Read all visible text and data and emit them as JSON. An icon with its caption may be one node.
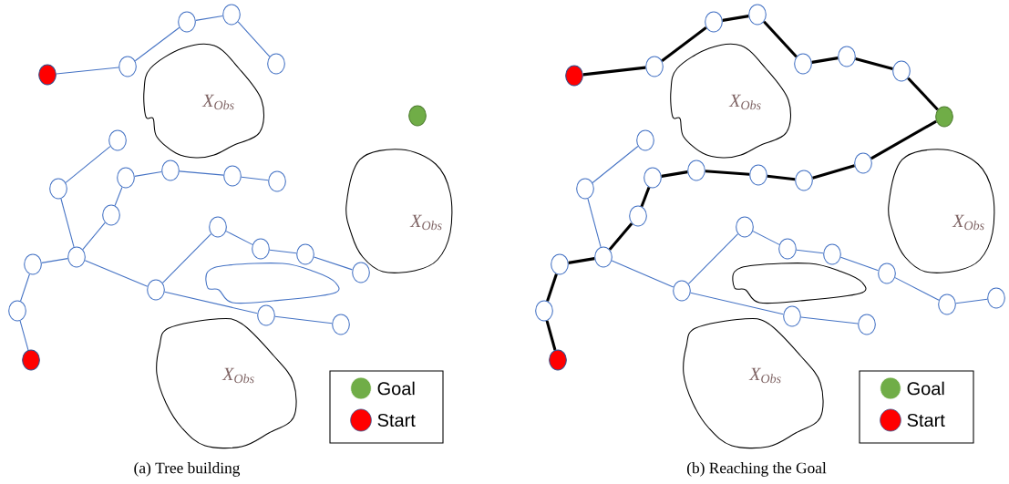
{
  "diagram": {
    "nodes": [
      {
        "text": [
          "X$_{Obs}$"
        ]
      },
      {
        "text": [
          "X$_{Obs}$"
        ]
      },
      {
        "text": [
          "X$_{Obs}$"
        ]
      },
      {
        "text": [],
        "shape": "cloud"
      },
      {
        "text": [],
        "shape": "circle"
      },
      {
        "text": [],
        "shape": "circle"
      },
      {
        "text": [],
        "shape": "circle"
      },
      {
        "text": [],
        "shape": "circle"
      },
      {
        "text": [],
        "shape": "circle"
      },
      {
        "text": [],
        "shape": "circle"
      },
      {
        "text": [],
        "shape": "circle"
      },
      {
        "text": [],
        "shape": "circle"
      },
      {
        "text": [],
        "shape": "circle"
      },
      {
        "text": [],
        "shape": "circle"
      },
      {
        "text": [],
        "shape": "circle"
      },
      {
        "text": [],
        "shape": "circle"
      },
      {
        "text": [],
        "shape": "circle"
      },
      {
        "text": [],
        "shape": "circle"
      },
      {
        "text": [],
        "shape": "circle"
      },
      {
        "text": [],
        "shape": "circle"
      },
      {
        "text": [],
        "shape": "circle"
      },
      {
        "text": [],
        "shape": "circle"
      },
      {
        "text": [],
        "shape": "circle"
      },
      {
        "text": [],
        "shape": "circle"
      },
      {
        "text": [],
        "shape": "circle"
      },
      {
        "text": [],
        "shape": "circle"
      },
      {
        "text": [],
        "shape": "circle"
      },
      {
        "text": [],
        "shape": "circle"
      },
      {
        "text": [
          "X$_{Obs}$"
        ]
      },
      {
        "text": [
          "X$_{Obs}$"
        ]
      },
      {
        "text": [
          "X$_{Obs}$"
        ]
      },
      {
        "text": [],
        "shape": "cloud"
      },
      {
        "text": [],
        "shape": "circle"
      },
      {
        "text": [],
        "shape": "circle"
      },
      {
        "text": [],
        "shape": "circle"
      },
      {
        "text": [],
        "shape": "circle"
      },
      {
        "text": [],
        "shape": "circle"
      },
      {
        "text": [],
        "shape": "circle"
      },
      {
        "text": [],
        "shape": "circle"
      },
      {
        "text": [],
        "shape": "circle"
      },
      {
        "text": [],
        "shape": "circle"
      },
      {
        "text": [],
        "shape": "circle"
      },
      {
        "text": [],
        "shape": "circle"
      },
      {
        "text": [],
        "shape": "circle"
      },
      {
        "text": [],
        "shape": "circle"
      },
      {
        "text": [],
        "shape": "circle"
      },
      {
        "text": [],
        "shape": "circle"
      },
      {
        "text": [],
        "shape": "circle"
      },
      {
        "text": [],
        "shape": "circle"
      },
      {
        "text": [],
        "shape": "circle"
      },
      {
        "text": [],
        "shape": "circle"
      },
      {
        "text": [],
        "shape": "circle"
      },
      {
        "text": [],
        "shape": "circle"
      },
      {
        "text": [],
        "shape": "circle"
      },
      {
        "text": [],
        "shape": "circle"
      },
      {
        "text": [],
        "shape": "circle"
      },
      {
        "text": [],
        "shape": "circle"
      },
      {
        "text": [],
        "shape": "circle"
      },
      {
        "text": [],
        "shape": "circle"
      },
      {
        "text": [],
        "shape": "circle"
      },
      {
        "text": [],
        "shape": "circle"
      }
    ],
    "edges": [
      {
        "from": 4,
        "to": 5,
        "arrow": "none"
      },
      {
        "from": 5,
        "to": 6,
        "arrow": "none"
      },
      {
        "from": 6,
        "to": 7,
        "arrow": "none"
      },
      {
        "from": 7,
        "to": 8,
        "arrow": "none"
      },
      {
        "from": 10,
        "to": 11,
        "arrow": "none"
      },
      {
        "from": 11,
        "to": 17,
        "arrow": "none"
      },
      {
        "from": 12,
        "to": 13,
        "arrow": "none"
      },
      {
        "from": 13,
        "to": 14,
        "arrow": "none"
      },
      {
        "from": 14,
        "to": 15,
        "arrow": "none"
      },
      {
        "from": 12,
        "to": 16,
        "arrow": "none"
      },
      {
        "from": 16,
        "to": 17,
        "arrow": "none"
      },
      {
        "from": 17,
        "to": 18,
        "arrow": "none"
      },
      {
        "from": 18,
        "to": 19,
        "arrow": "none"
      },
      {
        "from": 19,
        "to": 20,
        "arrow": "none"
      },
      {
        "from": 17,
        "to": 21,
        "arrow": "none"
      },
      {
        "from": 21,
        "to": 22,
        "arrow": "none"
      },
      {
        "from": 22,
        "to": 23,
        "arrow": "none"
      },
      {
        "from": 23,
        "to": 24,
        "arrow": "none"
      },
      {
        "from": 24,
        "to": 25,
        "arrow": "none"
      },
      {
        "from": 21,
        "to": 26,
        "arrow": "none"
      },
      {
        "from": 26,
        "to": 27,
        "arrow": "none"
      },
      {
        "from": 32,
        "to": 33,
        "arrow": "none",
        "style": "thick",
        "color": "#000000"
      },
      {
        "from": 33,
        "to": 34,
        "arrow": "none",
        "style": "thick",
        "color": "#000000"
      },
      {
        "from": 34,
        "to": 35,
        "arrow": "none",
        "style": "thick",
        "color": "#000000"
      },
      {
        "from": 35,
        "to": 36,
        "arrow": "none",
        "style": "thick",
        "color": "#000000"
      },
      {
        "from": 36,
        "to": 37,
        "arrow": "none",
        "style": "thick",
        "color": "#000000"
      },
      {
        "from": 37,
        "to": 38,
        "arrow": "none",
        "style": "thick",
        "color": "#000000"
      },
      {
        "from": 38,
        "to": 39,
        "arrow": "none",
        "style": "thick",
        "color": "#000000"
      },
      {
        "from": 39,
        "to": 40,
        "arrow": "none",
        "style": "thick",
        "color": "#000000"
      },
      {
        "from": 40,
        "to": 41,
        "arrow": "none",
        "style": "thick",
        "color": "#000000"
      },
      {
        "from": 41,
        "to": 42,
        "arrow": "none",
        "style": "thick",
        "color": "#000000"
      },
      {
        "from": 42,
        "to": 43,
        "arrow": "none",
        "style": "thick",
        "color": "#000000"
      },
      {
        "from": 43,
        "to": 44,
        "arrow": "none",
        "style": "thick",
        "color": "#000000"
      },
      {
        "from": 44,
        "to": 47,
        "arrow": "none",
        "style": "thick",
        "color": "#000000"
      },
      {
        "from": 47,
        "to": 48,
        "arrow": "none",
        "style": "thick",
        "color": "#000000"
      },
      {
        "from": 48,
        "to": 49,
        "arrow": "none",
        "style": "thick",
        "color": "#000000"
      },
      {
        "from": 49,
        "to": 50,
        "arrow": "none",
        "style": "thick",
        "color": "#000000"
      },
      {
        "from": 50,
        "to": 51,
        "arrow": "none",
        "style": "thick",
        "color": "#000000"
      },
      {
        "from": 45,
        "to": 46,
        "arrow": "none"
      },
      {
        "from": 46,
        "to": 48,
        "arrow": "none"
      },
      {
        "from": 48,
        "to": 52,
        "arrow": "none"
      },
      {
        "from": 52,
        "to": 53,
        "arrow": "none"
      },
      {
        "from": 53,
        "to": 54,
        "arrow": "none"
      },
      {
        "from": 54,
        "to": 55,
        "arrow": "none"
      },
      {
        "from": 55,
        "to": 56,
        "arrow": "none"
      },
      {
        "from": 56,
        "to": 57,
        "arrow": "none"
      },
      {
        "from": 57,
        "to": 58,
        "arrow": "none"
      },
      {
        "from": 52,
        "to": 59,
        "arrow": "none"
      },
      {
        "from": 59,
        "to": 60,
        "arrow": "none"
      }
    ],
    "labels": [
      "(a) Tree building",
      "(b) Reaching the Goal"
    ],
    "legend": [
      {
        "text": "Goal",
        "color": "#70ad47"
      },
      {
        "text": "Start",
        "color": "#ff0000"
      },
      {
        "text": "Goal",
        "color": "#70ad47"
      },
      {
        "text": "Start",
        "color": "#ff0000"
      }
    ]
  }
}
